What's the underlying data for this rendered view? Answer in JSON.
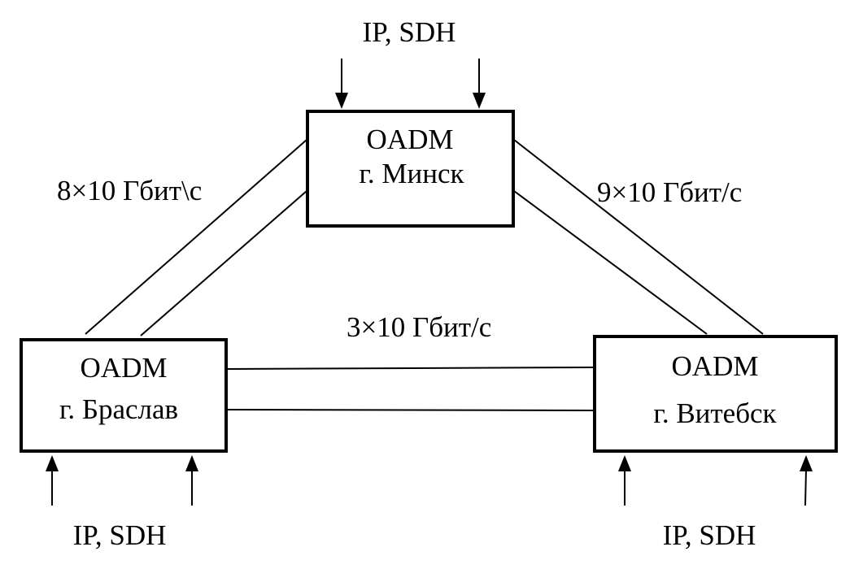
{
  "nodes": {
    "minsk": {
      "type": "OADM",
      "city": "г. Минск"
    },
    "braslav": {
      "type": "OADM",
      "city": "г. Браслав"
    },
    "vitebsk": {
      "type": "OADM",
      "city": "г. Витебск"
    }
  },
  "links": {
    "minsk_braslav": "8×10 Гбит\\с",
    "minsk_vitebsk": "9×10 Гбит/с",
    "braslav_vitebsk": "3×10 Гбит/с"
  },
  "inputs": {
    "minsk": "IP, SDH",
    "braslav": "IP, SDH",
    "vitebsk": "IP, SDH"
  },
  "colors": {
    "stroke": "#000000",
    "background": "#ffffff"
  }
}
